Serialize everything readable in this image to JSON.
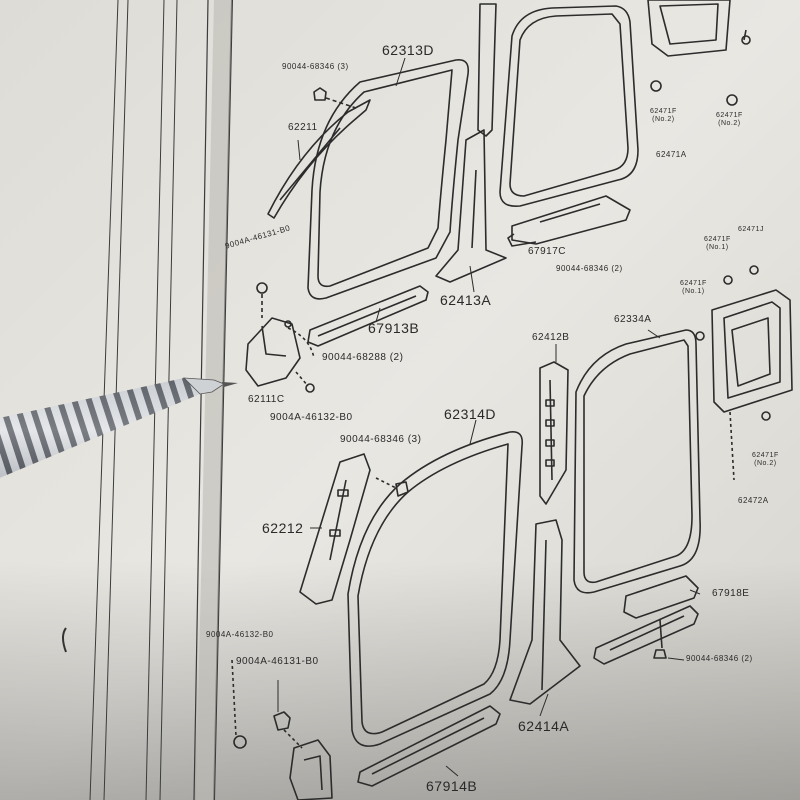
{
  "parts": {
    "p62313D": "62313D",
    "p90044_68346_3_top": "90044-68346 (3)",
    "p62211": "62211",
    "p9004A_46131_B0_top": "9004A-46131-B0",
    "p62413A": "62413A",
    "p67917C": "67917C",
    "p90044_68346_2_mid": "90044-68346 (2)",
    "p67913B": "67913B",
    "p90044_68288_2": "90044-68288 (2)",
    "p62111C": "62111C",
    "p9004A_46132_B0_mid": "9004A-46132-B0",
    "p62412B": "62412B",
    "p62334A": "62334A",
    "p62314D": "62314D",
    "p90044_68346_3_mid": "90044-68346 (3)",
    "p62212": "62212",
    "p67918E": "67918E",
    "p90044_68346_2_low": "90044-68346 (2)",
    "p9004A_46132_B0_low": "9004A-46132-B0",
    "p9004A_46131_B0_low": "9004A-46131-B0",
    "p62414A": "62414A",
    "p67914B": "67914B",
    "p62471A": "62471A",
    "p62471F_a": "62471F",
    "p62471F_a_note": "(No.2)",
    "p62471F_b": "62471F",
    "p62471F_b_note": "(No.2)",
    "p62471J": "62471J",
    "p62471F_c": "62471F",
    "p62471F_c_note": "(No.1)",
    "p62471F_d": "62471F",
    "p62471F_d_note": "(No.1)",
    "p62471F_e": "62471F",
    "p62471F_e_note": "(No.2)",
    "p62472A": "62472A"
  },
  "colors": {
    "paper": "#e7e5e0",
    "ink": "#2a2a2a",
    "binding": "#c9c7c2",
    "pen_dark": "#3a3d44",
    "pen_light": "#e6e8ea"
  }
}
